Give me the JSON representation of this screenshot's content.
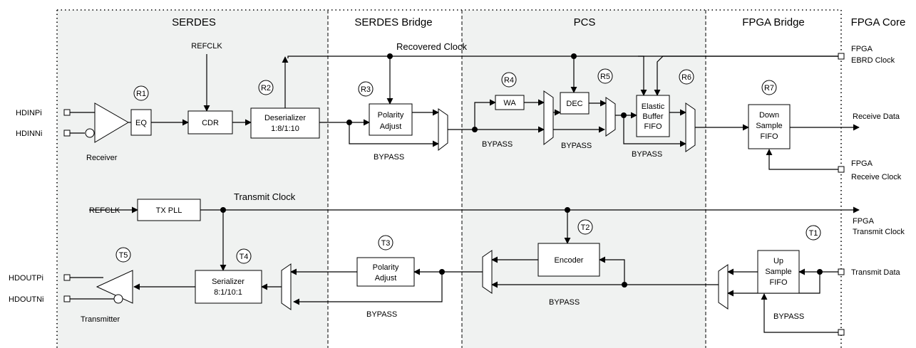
{
  "sections": [
    "SERDES",
    "SERDES Bridge",
    "PCS",
    "FPGA Bridge",
    "FPGA Core"
  ],
  "colors": {
    "shaded": "#f0f2f1",
    "border": "#000000",
    "background": "#ffffff"
  },
  "blocks": {
    "eq": [
      "EQ"
    ],
    "cdr": [
      "CDR"
    ],
    "deserializer": [
      "Deserializer",
      "1:8/1:10"
    ],
    "rx_polarity": [
      "Polarity",
      "Adjust"
    ],
    "wa": [
      "WA"
    ],
    "dec": [
      "DEC"
    ],
    "elastic": [
      "Elastic",
      "Buffer",
      "FIFO"
    ],
    "down_sample": [
      "Down",
      "Sample",
      "FIFO"
    ],
    "tx_pll": [
      "TX PLL"
    ],
    "serializer": [
      "Serializer",
      "8:1/10:1"
    ],
    "tx_polarity": [
      "Polarity",
      "Adjust"
    ],
    "encoder": [
      "Encoder"
    ],
    "up_sample": [
      "Up",
      "Sample",
      "FIFO"
    ]
  },
  "markers": [
    "R1",
    "R2",
    "R3",
    "R4",
    "R5",
    "R6",
    "R7",
    "T1",
    "T2",
    "T3",
    "T4",
    "T5"
  ],
  "signals": {
    "hdinp": "HDINPi",
    "hdinn": "HDINNi",
    "receiver": "Receiver",
    "refclk_rx": "REFCLK",
    "recovered_clock": "Recovered Clock",
    "fpga_ebrd_clock": [
      "FPGA",
      "EBRD Clock"
    ],
    "receive_data": "Receive Data",
    "fpga_receive_clock": [
      "FPGA",
      "Receive Clock"
    ],
    "refclk_tx": "REFCLK",
    "transmit_clock": "Transmit Clock",
    "fpga_transmit_clock": [
      "FPGA",
      "Transmit Clock"
    ],
    "transmit_data": "Transmit Data",
    "hdoutp": "HDOUTPi",
    "hdoutn": "HDOUTNi",
    "transmitter": "Transmitter",
    "bypass": "BYPASS"
  }
}
